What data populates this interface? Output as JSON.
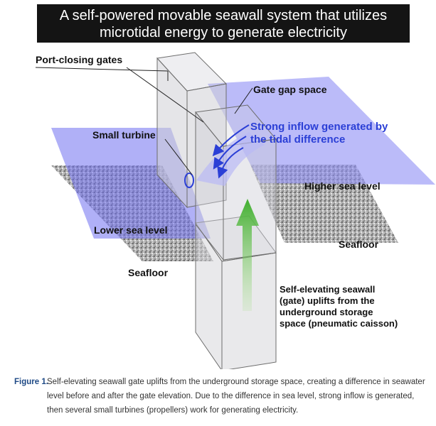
{
  "banner": {
    "line1": "A self-powered movable seawall system that utilizes",
    "line2": "microtidal energy to generate electricity"
  },
  "labels": {
    "port_closing_gates": "Port-closing gates",
    "gate_gap_space": "Gate gap space",
    "small_turbine": "Small turbine",
    "inflow_line1": "Strong inflow generated by",
    "inflow_line2": "the tidal difference",
    "higher_sea_level": "Higher sea level",
    "lower_sea_level": "Lower sea level",
    "seafloor_right": "Seafloor",
    "seafloor_left": "Seafloor",
    "gate_line1": "Self-elevating seawall",
    "gate_line2": "(gate) uplifts from the",
    "gate_line3": "underground storage",
    "gate_line4": "space (pneumatic caisson)"
  },
  "caption": {
    "label": "Figure 1.",
    "text": "Self-elevating seawall gate uplifts from the underground storage space, creating a difference in seawater level before and after the gate elevation. Due to the difference in sea level, strong inflow is generated, then several small turbines (propellers) work for generating electricity."
  },
  "colors": {
    "water_high": "#8e8ef5",
    "water_low": "#7777ee",
    "seafloor": "#a9a9a9",
    "gate": "#d3d3d8",
    "arrow_up": "#4db53a",
    "flow_arrows": "#2b3fd6"
  }
}
